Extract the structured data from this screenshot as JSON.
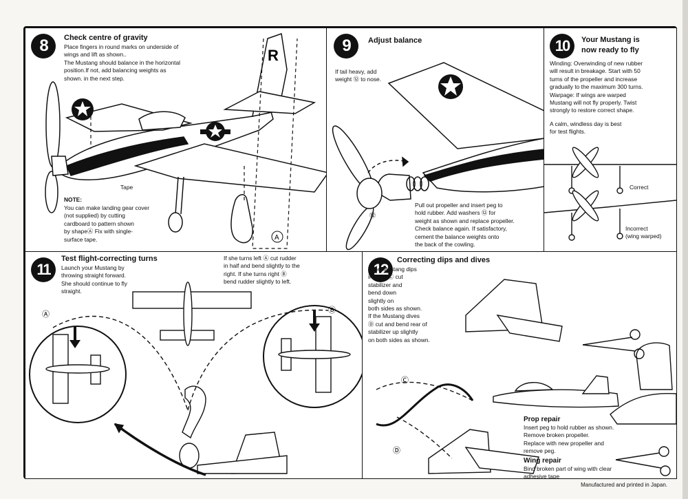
{
  "panels": {
    "p8": {
      "number": "8",
      "title": "Check centre of gravity",
      "body": "Place fingers in round marks on underside of\nwings and lift as shown..\nThe Mustang should balance in the horizontal\nposition.If not, add balancing weights as\nshown. in the next step.",
      "tape_label": "Tape",
      "note_title": "NOTE:",
      "note_body": "You can make landing gear cover\n(not supplied) by cutting\ncardboard to pattern shown\nby shapeⒶ Fix with single-\nsurface tape.",
      "marker_a": "A",
      "tail_letter": "R"
    },
    "p9": {
      "number": "9",
      "title": "Adjust balance",
      "body1": "If tail heavy, add\nweight ⑫ to nose.",
      "body2": "Pull out propeller and insert peg to\nhold rubber. Add washers ⑫ for\nweight as shown and replace propeller.\nCheck balance again. If satisfactory,\ncement the balance weights onto\nthe back of the cowling.",
      "part_label": "⑫"
    },
    "p10": {
      "number": "10",
      "title": "Your Mustang is\nnow ready to fly",
      "body1": "Winding: Overwinding of new rubber\nwill result in breakage. Start with 50\nturns of the propeller and increase\ngradually to the maximum 300 turns.\nWarpage: If wings are warped\nMustang will not fly properly. Twist\nstrongly to restore correct shape.",
      "body2": "A calm, windless day is best\nfor test flights.",
      "correct": "Correct",
      "incorrect": "Incorrect\n(wing warped)"
    },
    "p11": {
      "number": "11",
      "title": "Test flight-correcting turns",
      "body1": "Launch your Mustang by\nthrowing straight forward.\nShe should continue to fly\nstraight.",
      "body2": "If she turns left Ⓐ cut rudder\nin half and bend slightly to the\nright. If she turns right Ⓑ\nbend rudder slightly to left.",
      "label_a": "Ⓐ",
      "label_b": "Ⓑ"
    },
    "p12": {
      "number": "12",
      "title": "Correcting dips and dives",
      "body1": "If the Mustang dips\nin flight Ⓒ cut\nstabilizer and\nbend down\nslightly on\nboth sides as shown.\nIf the Mustang dives\nⒹ cut and bend rear of\nstabilizer up slightly\non both sides as shown.",
      "label_c": "Ⓒ",
      "label_d": "Ⓓ",
      "prop_title": "Prop repair",
      "prop_body": "Insert peg to hold rubber as shown.\nRemove broken propeller.\nReplace with new propeller and\nremove peg.",
      "wing_title": "Wing repair",
      "wing_body": "Bind broken part of wing with clear\nadhesive tape"
    }
  },
  "footer": "Manufactured and printed in Japan."
}
